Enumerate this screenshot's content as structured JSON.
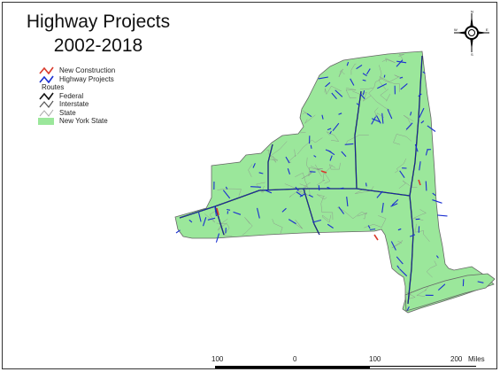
{
  "title": {
    "line1": "Highway Projects",
    "line2": "2002-2018"
  },
  "legend": {
    "items": [
      {
        "label": "New Construction",
        "color": "#d93a2b",
        "symbol": "zigzag-line"
      },
      {
        "label": "Highway Projects",
        "color": "#1a2fd1",
        "symbol": "zigzag-line"
      },
      {
        "label": "Routes",
        "symbol": "heading"
      },
      {
        "label": "Federal",
        "color": "#111111",
        "symbol": "zigzag-line"
      },
      {
        "label": "Interstate",
        "color": "#555555",
        "symbol": "zigzag-line"
      },
      {
        "label": "State",
        "color": "#aaaaaa",
        "symbol": "zigzag-line"
      },
      {
        "label": "New York State",
        "color": "#9be79b",
        "symbol": "fill-swatch"
      }
    ]
  },
  "compass": {
    "north": "N",
    "south": "S",
    "east": "E",
    "west": "W"
  },
  "scale": {
    "ticks": [
      "100",
      "0",
      "100",
      "200"
    ],
    "unit": "Miles"
  },
  "colors": {
    "state_fill": "#9be79b",
    "state_outline": "#666666",
    "projects": "#1a2fd1",
    "new_construction": "#d93a2b",
    "federal": "#111111",
    "state_roads": "#8a8a8a"
  }
}
